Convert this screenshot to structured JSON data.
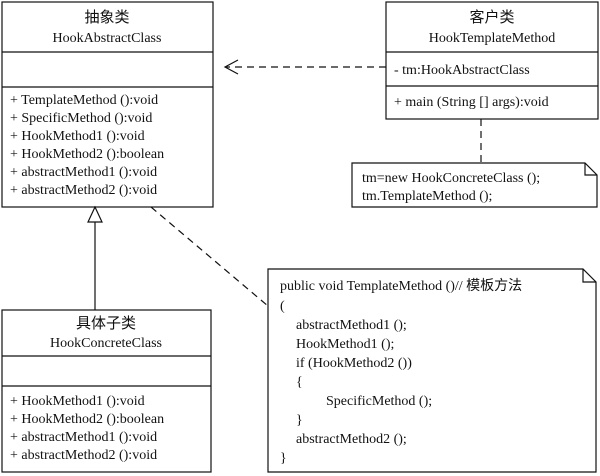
{
  "abstract_class": {
    "title_cn": "抽象类",
    "title_en": "HookAbstractClass",
    "methods": [
      "+ TemplateMethod ():void",
      "+ SpecificMethod ():void",
      "+ HookMethod1 ():void",
      "+ HookMethod2 ():boolean",
      "+ abstractMethod1 ():void",
      "+ abstractMethod2 ():void"
    ]
  },
  "client_class": {
    "title_cn": "客户类",
    "title_en": "HookTemplateMethod",
    "attribute": "- tm:HookAbstractClass",
    "method": "+ main (String [] args):void"
  },
  "concrete_class": {
    "title_cn": "具体子类",
    "title_en": "HookConcreteClass",
    "methods": [
      "+ HookMethod1 ():void",
      "+ HookMethod2 ():boolean",
      "+ abstractMethod1 ():void",
      "+ abstractMethod2 ():void"
    ]
  },
  "client_note": {
    "lines": [
      "tm=new HookConcreteClass ();",
      "tm.TemplateMethod ();"
    ]
  },
  "template_note": {
    "lines": [
      "public void TemplateMethod ()// 模板方法",
      "(",
      "abstractMethod1 ();",
      "HookMethod1 ();",
      "if (HookMethod2 ())",
      "{",
      "SpecificMethod ();",
      "}",
      "abstractMethod2 ();",
      "}"
    ]
  }
}
